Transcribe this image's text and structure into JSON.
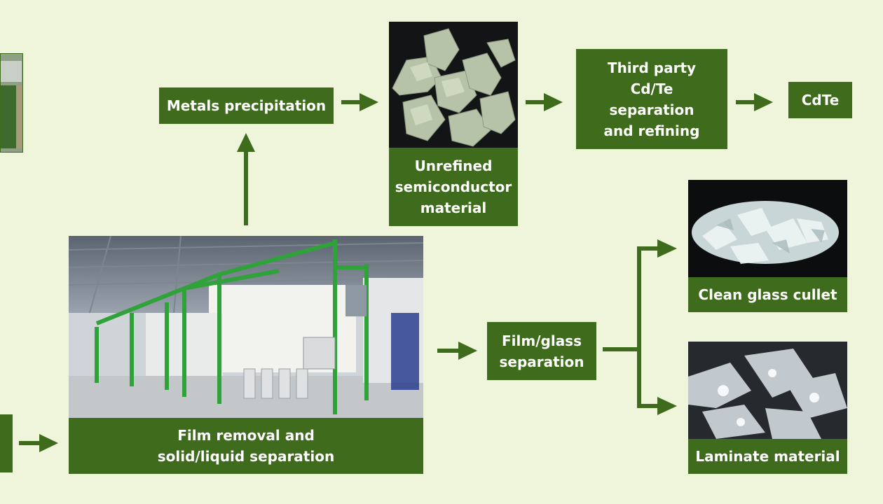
{
  "nodes": {
    "metals_precipitation": "Metals precipitation",
    "unrefined_semiconductor": "Unrefined semiconductor material",
    "third_party_refining": "Third party Cd/Te separation and refining",
    "cdte": "CdTe",
    "film_removal": "Film removal and solid/liquid separation",
    "film_glass_separation": "Film/glass separation",
    "clean_glass_cullet": "Clean glass cullet",
    "laminate_material": "Laminate material"
  },
  "colors": {
    "background": "#eef5da",
    "box": "#3f6b1c",
    "box_text": "#ffffff",
    "arrow": "#3f6b1c"
  },
  "icons": [
    "arrow-right-icon",
    "arrow-up-icon"
  ]
}
